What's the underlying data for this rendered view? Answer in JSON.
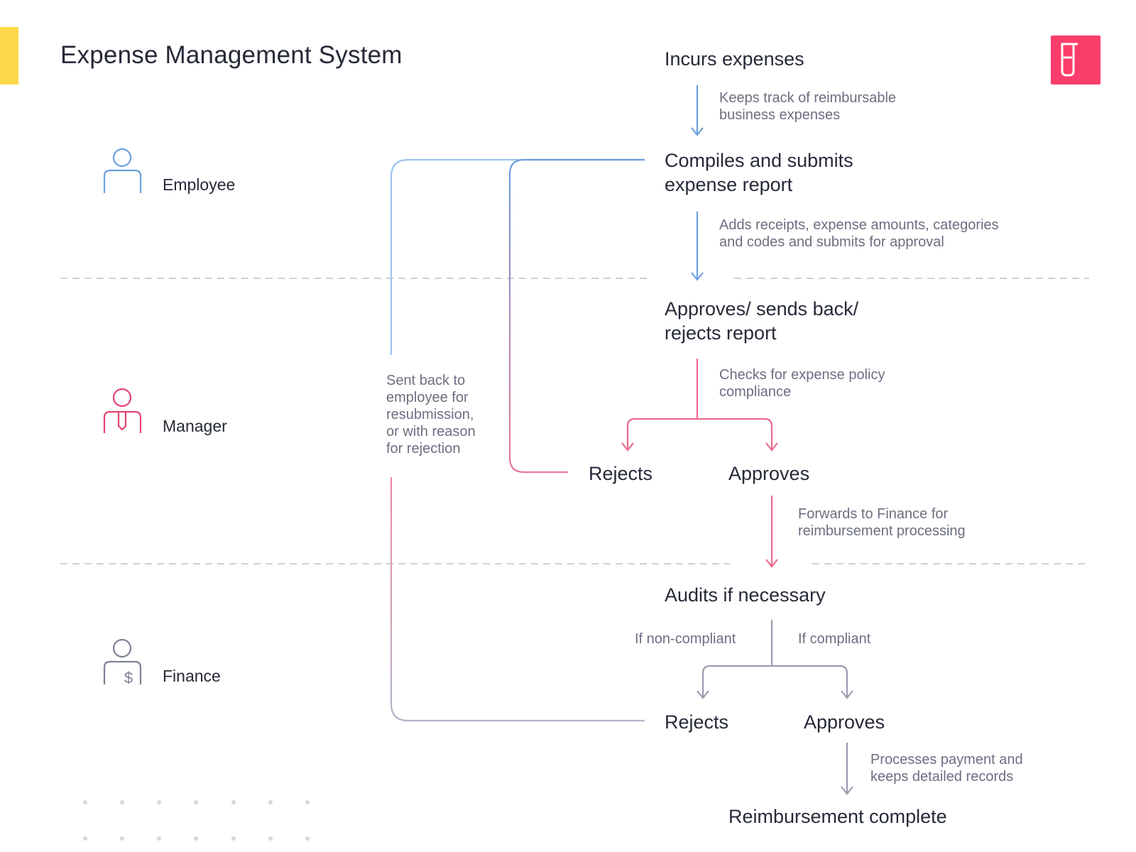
{
  "title": "Expense Management System",
  "colors": {
    "accent_yellow": "#ffd94a",
    "brand_pink": "#fb3d6b",
    "employee_blue": "#6d9fe0",
    "manager_pink": "#ea6b8c",
    "finance_gray": "#9a9cb0",
    "divider": "#bfc2cc"
  },
  "roles": {
    "employee": {
      "label": "Employee",
      "icon": "employee-person-icon"
    },
    "manager": {
      "label": "Manager",
      "icon": "manager-person-tie-icon"
    },
    "finance": {
      "label": "Finance",
      "icon": "finance-person-dollar-icon"
    }
  },
  "steps": {
    "incurs": "Incurs expenses",
    "incurs_note": "Keeps track of reimbursable\nbusiness expenses",
    "compiles": "Compiles and submits\nexpense report",
    "compiles_note": "Adds receipts, expense amounts, categories\nand codes and submits for approval",
    "approves_report": "Approves/ sends back/\nrejects report",
    "policy_note": "Checks for expense policy\ncompliance",
    "manager_rejects": "Rejects",
    "manager_approves": "Approves",
    "forward_note": "Forwards to Finance for\nreimbursement processing",
    "audits": "Audits if necessary",
    "non_compliant": "If non-compliant",
    "compliant": "If compliant",
    "finance_rejects": "Rejects",
    "finance_approves": "Approves",
    "process_note": "Processes payment and\nkeeps detailed records",
    "complete": "Reimbursement complete"
  },
  "sent_back_note": "Sent back to\nemployee for\nresubmission,\nor with reason\nfor rejection"
}
